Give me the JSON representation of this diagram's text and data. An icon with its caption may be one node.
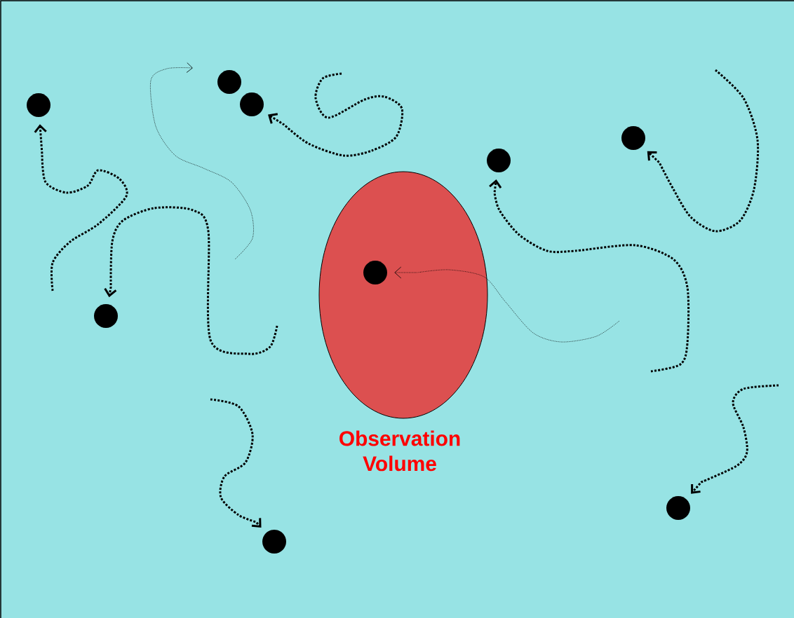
{
  "diagram": {
    "nodes": [
      {
        "text": [
          "Observation Volume"
        ]
      },
      {
        "text": [],
        "shape": "circle"
      },
      {
        "text": [],
        "shape": "circle"
      },
      {
        "text": [],
        "shape": "circle"
      },
      {
        "text": [],
        "shape": "circle"
      },
      {
        "text": [],
        "shape": "circle"
      },
      {
        "text": [],
        "shape": "circle",
        "in": 0
      },
      {
        "text": [],
        "shape": "circle"
      },
      {
        "text": [],
        "shape": "circle"
      },
      {
        "text": [],
        "shape": "circle"
      }
    ],
    "edges": [
      {
        "from": null,
        "to": 1,
        "arrow": "to",
        "style": "dashed"
      },
      {
        "from": null,
        "to": 3,
        "arrow": "to",
        "style": "dashed"
      },
      {
        "from": null,
        "to": 4,
        "arrow": "to",
        "style": "dashed"
      },
      {
        "from": null,
        "to": 5,
        "arrow": "to",
        "style": "dashed"
      },
      {
        "from": null,
        "to": 6,
        "arrow": "to",
        "style": "dashed"
      },
      {
        "from": null,
        "to": 7,
        "arrow": "to",
        "style": "dashed"
      },
      {
        "from": null,
        "to": 8,
        "arrow": "to",
        "style": "dashed"
      },
      {
        "from": null,
        "to": 9,
        "arrow": "to",
        "style": "dashed"
      }
    ]
  }
}
